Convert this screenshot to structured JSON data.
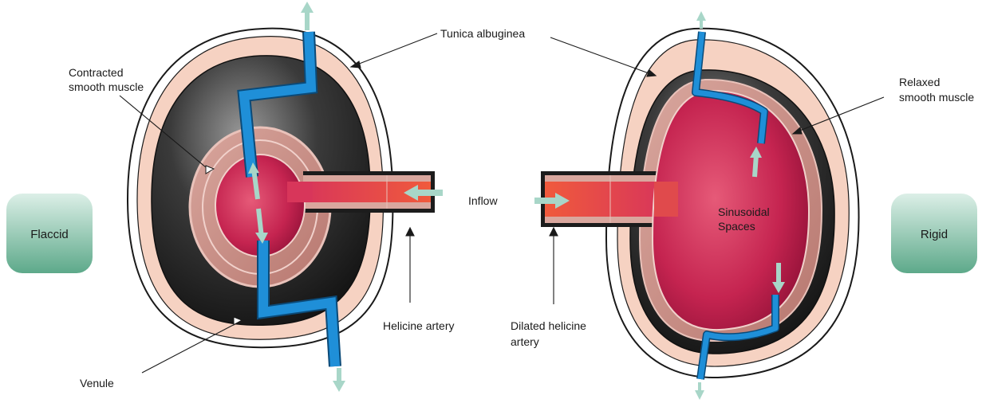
{
  "states": {
    "left": "Flaccid",
    "right": "Rigid"
  },
  "labels": {
    "tunica": "Tunica albuginea",
    "contracted_line1": "Contracted",
    "contracted_line2": "smooth muscle",
    "relaxed_line1": "Relaxed",
    "relaxed_line2": "smooth muscle",
    "inflow": "Inflow",
    "helicine": "Helicine artery",
    "dilated_line1": "Dilated helicine",
    "dilated_line2": "artery",
    "venule": "Venule",
    "sinusoidal_line1": "Sinusoidal",
    "sinusoidal_line2": "Spaces"
  },
  "colors": {
    "state_box": "#5da98a",
    "outer_skin": "#f6d2c2",
    "tunica_dark": "#1c1c1c",
    "muscle": "#c98f8a",
    "sinus": "#c8244f",
    "vein": "#1f8fd8",
    "arrow": "#a8d6c8"
  }
}
